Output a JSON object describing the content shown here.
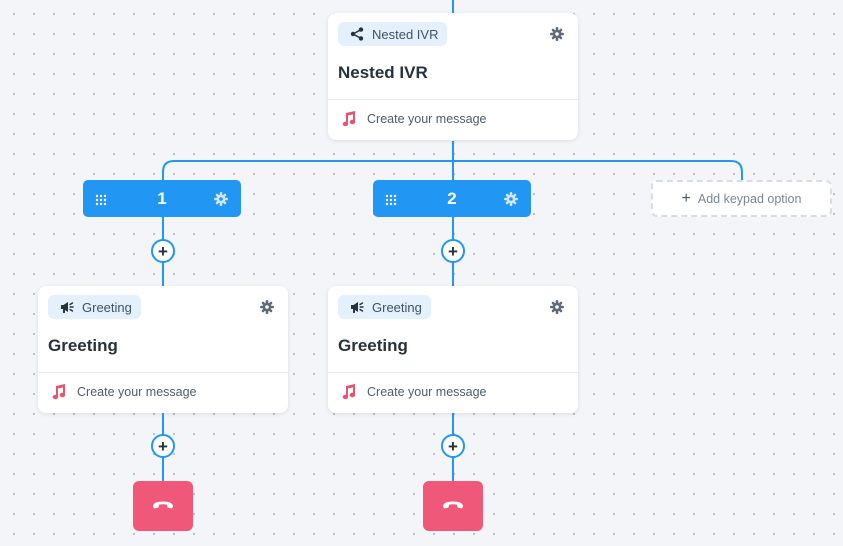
{
  "nested_ivr": {
    "chip_label": "Nested IVR",
    "title": "Nested IVR",
    "footer": "Create your message"
  },
  "keypad_options": [
    {
      "number": "1"
    },
    {
      "number": "2"
    }
  ],
  "add_keypad": {
    "label": "Add keypad option",
    "plus": "+"
  },
  "greetings": [
    {
      "chip_label": "Greeting",
      "title": "Greeting",
      "footer": "Create your message"
    },
    {
      "chip_label": "Greeting",
      "title": "Greeting",
      "footer": "Create your message"
    }
  ],
  "add_step": {
    "symbol": "+"
  },
  "colors": {
    "accent": "#2196f3",
    "hangup": "#f0587a",
    "chip_bg": "#e4f1fc",
    "music_icon": "#e8546e"
  },
  "icons": {
    "nested_ivr_chip": "share-icon",
    "greeting_chip": "megaphone-icon",
    "settings": "gear-icon",
    "message": "music-note-icon",
    "keypad": "dial-grid-icon",
    "hangup": "phone-hangup-icon"
  }
}
